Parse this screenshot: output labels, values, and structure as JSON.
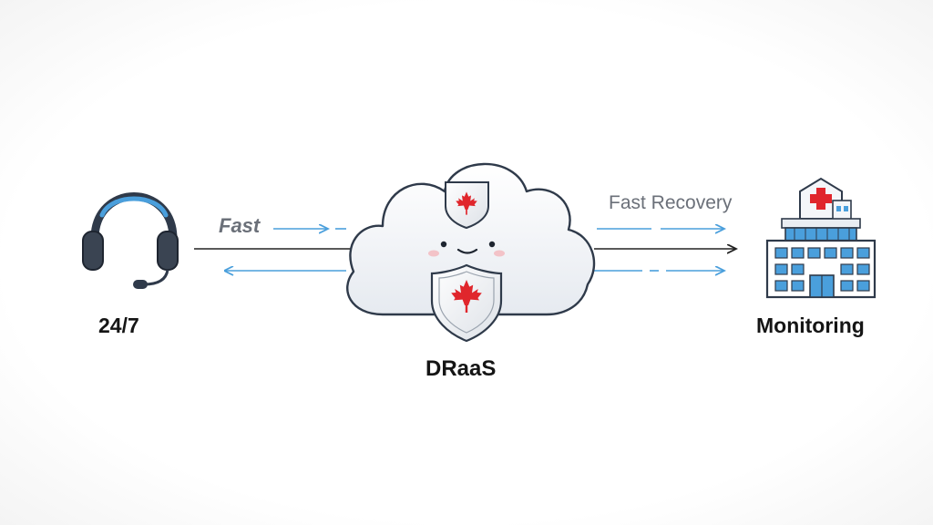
{
  "nodes": {
    "support": {
      "label": "24/7",
      "icon": "headset-icon"
    },
    "cloud": {
      "label": "DRaaS",
      "icon": "cloud-icon"
    },
    "site": {
      "label": "Monitoring",
      "icon": "hospital-building-icon"
    }
  },
  "edges": {
    "left_label": "Fast",
    "right_label": "Fast Recovery"
  },
  "colors": {
    "accent_blue": "#4a9fdc",
    "maple_red": "#e0262c",
    "outline": "#2f3a4a",
    "label_gray": "#6b7079"
  }
}
